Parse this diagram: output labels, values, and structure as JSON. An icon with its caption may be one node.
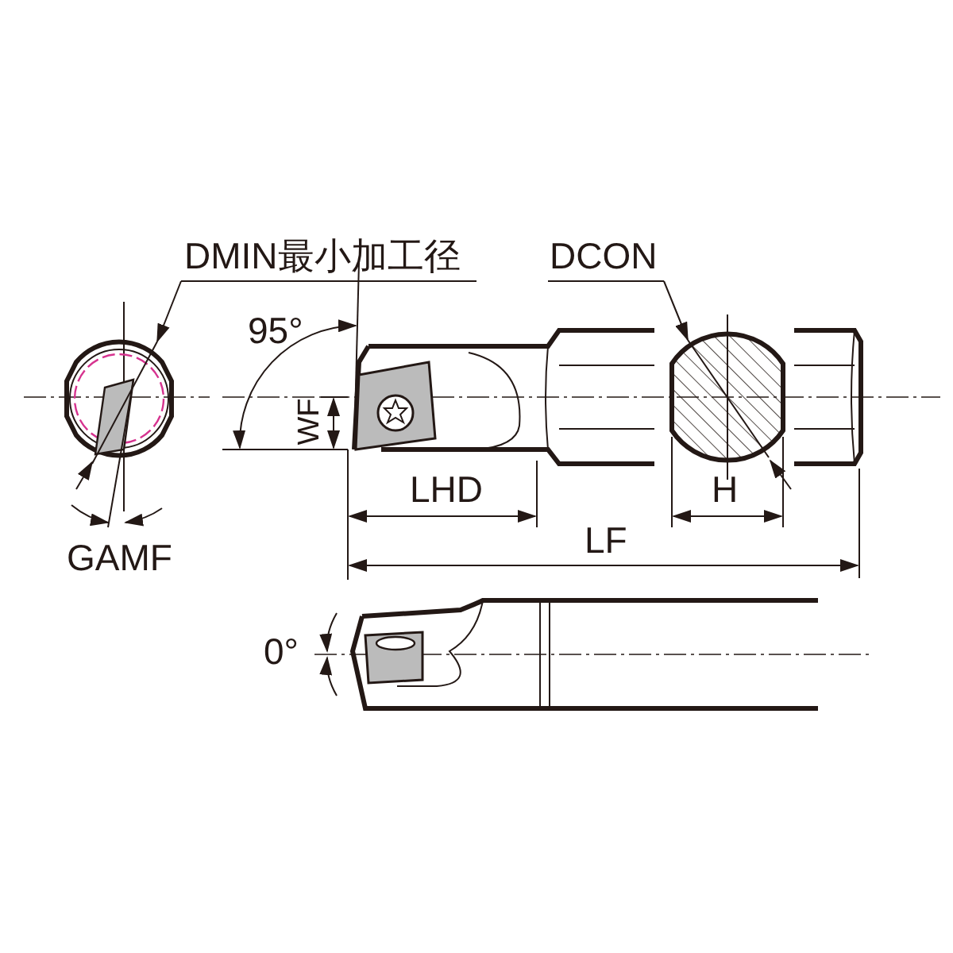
{
  "diagram": {
    "labels": [
      "DMIN最小加工径",
      "DCON",
      "95°",
      "WF",
      "LHD",
      "H",
      "LF",
      "GAMF",
      "0°"
    ]
  }
}
